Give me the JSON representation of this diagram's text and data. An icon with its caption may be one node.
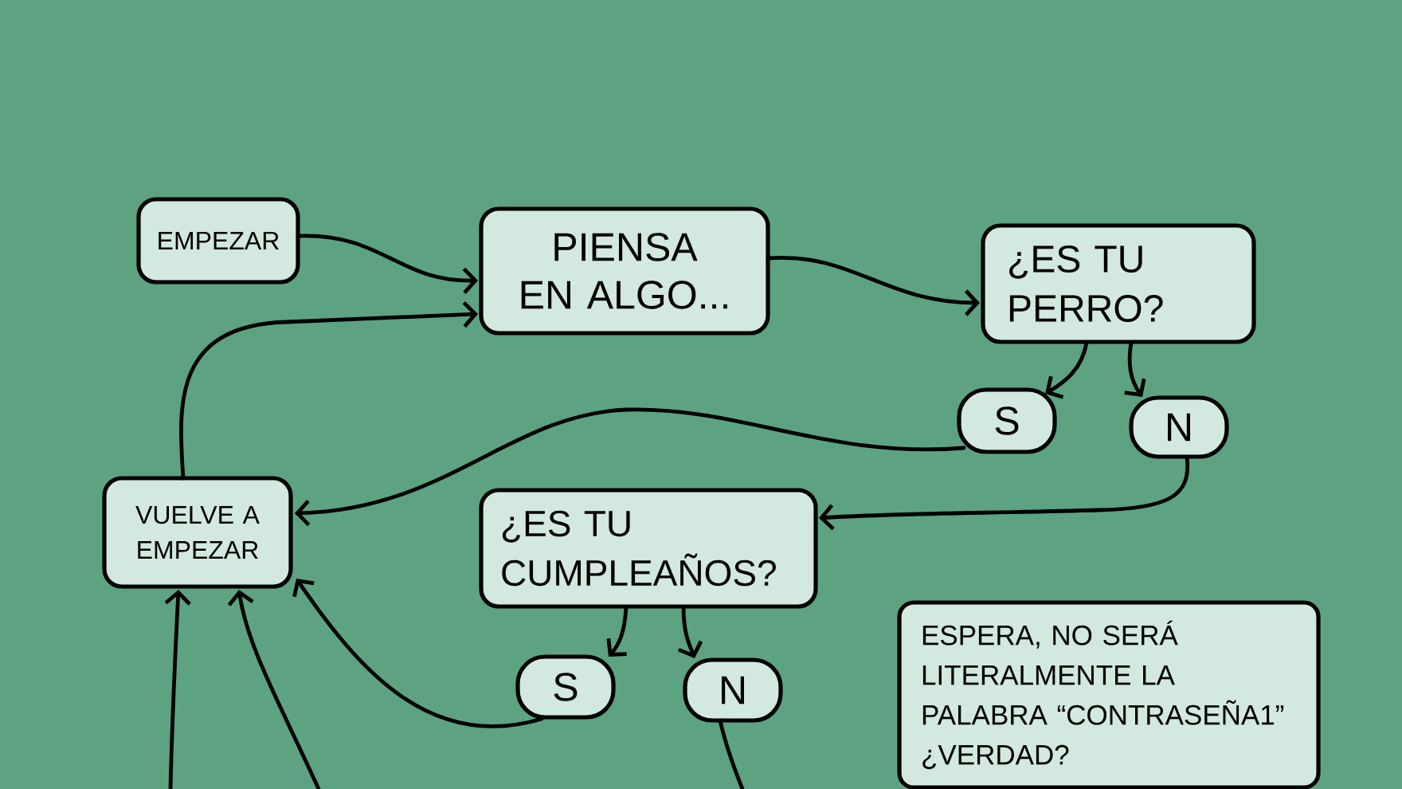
{
  "diagram": {
    "nodes": [
      {
        "text": [
          "EMPEZAR"
        ]
      },
      {
        "text": [
          "PIENSA EN ALGO..."
        ]
      },
      {
        "text": [
          "¿ES TU PERRO?"
        ]
      },
      {
        "text": [
          "S"
        ]
      },
      {
        "text": [
          "N"
        ]
      },
      {
        "text": [
          "VUELVE A EMPEZAR"
        ]
      },
      {
        "text": [
          "¿ES TU CUMPLEAÑOS?"
        ]
      },
      {
        "text": [
          "S"
        ]
      },
      {
        "text": [
          "N"
        ]
      },
      {
        "text": [
          "ESPERA, NO SERÁ LITERALMENTE LA PALABRA “CONTRASEÑA1” ¿VERDAD?"
        ]
      }
    ],
    "edges": [
      {
        "from": 0,
        "to": 1,
        "arrow": "to"
      },
      {
        "from": 5,
        "to": 1,
        "arrow": "to"
      },
      {
        "from": 1,
        "to": 2,
        "arrow": "to"
      },
      {
        "from": 2,
        "to": 3,
        "arrow": "to"
      },
      {
        "from": 2,
        "to": 4,
        "arrow": "to"
      },
      {
        "from": 3,
        "to": 5,
        "arrow": "to"
      },
      {
        "from": 4,
        "to": 6,
        "arrow": "to"
      },
      {
        "from": 6,
        "to": 7,
        "arrow": "to"
      },
      {
        "from": 6,
        "to": 8,
        "arrow": "to"
      },
      {
        "from": 7,
        "to": 5,
        "arrow": "to"
      },
      {
        "from": null,
        "to": 5,
        "arrow": "to"
      },
      {
        "from": null,
        "to": 5,
        "arrow": "to"
      },
      {
        "from": 8,
        "to": null,
        "arrow": "none"
      }
    ]
  }
}
